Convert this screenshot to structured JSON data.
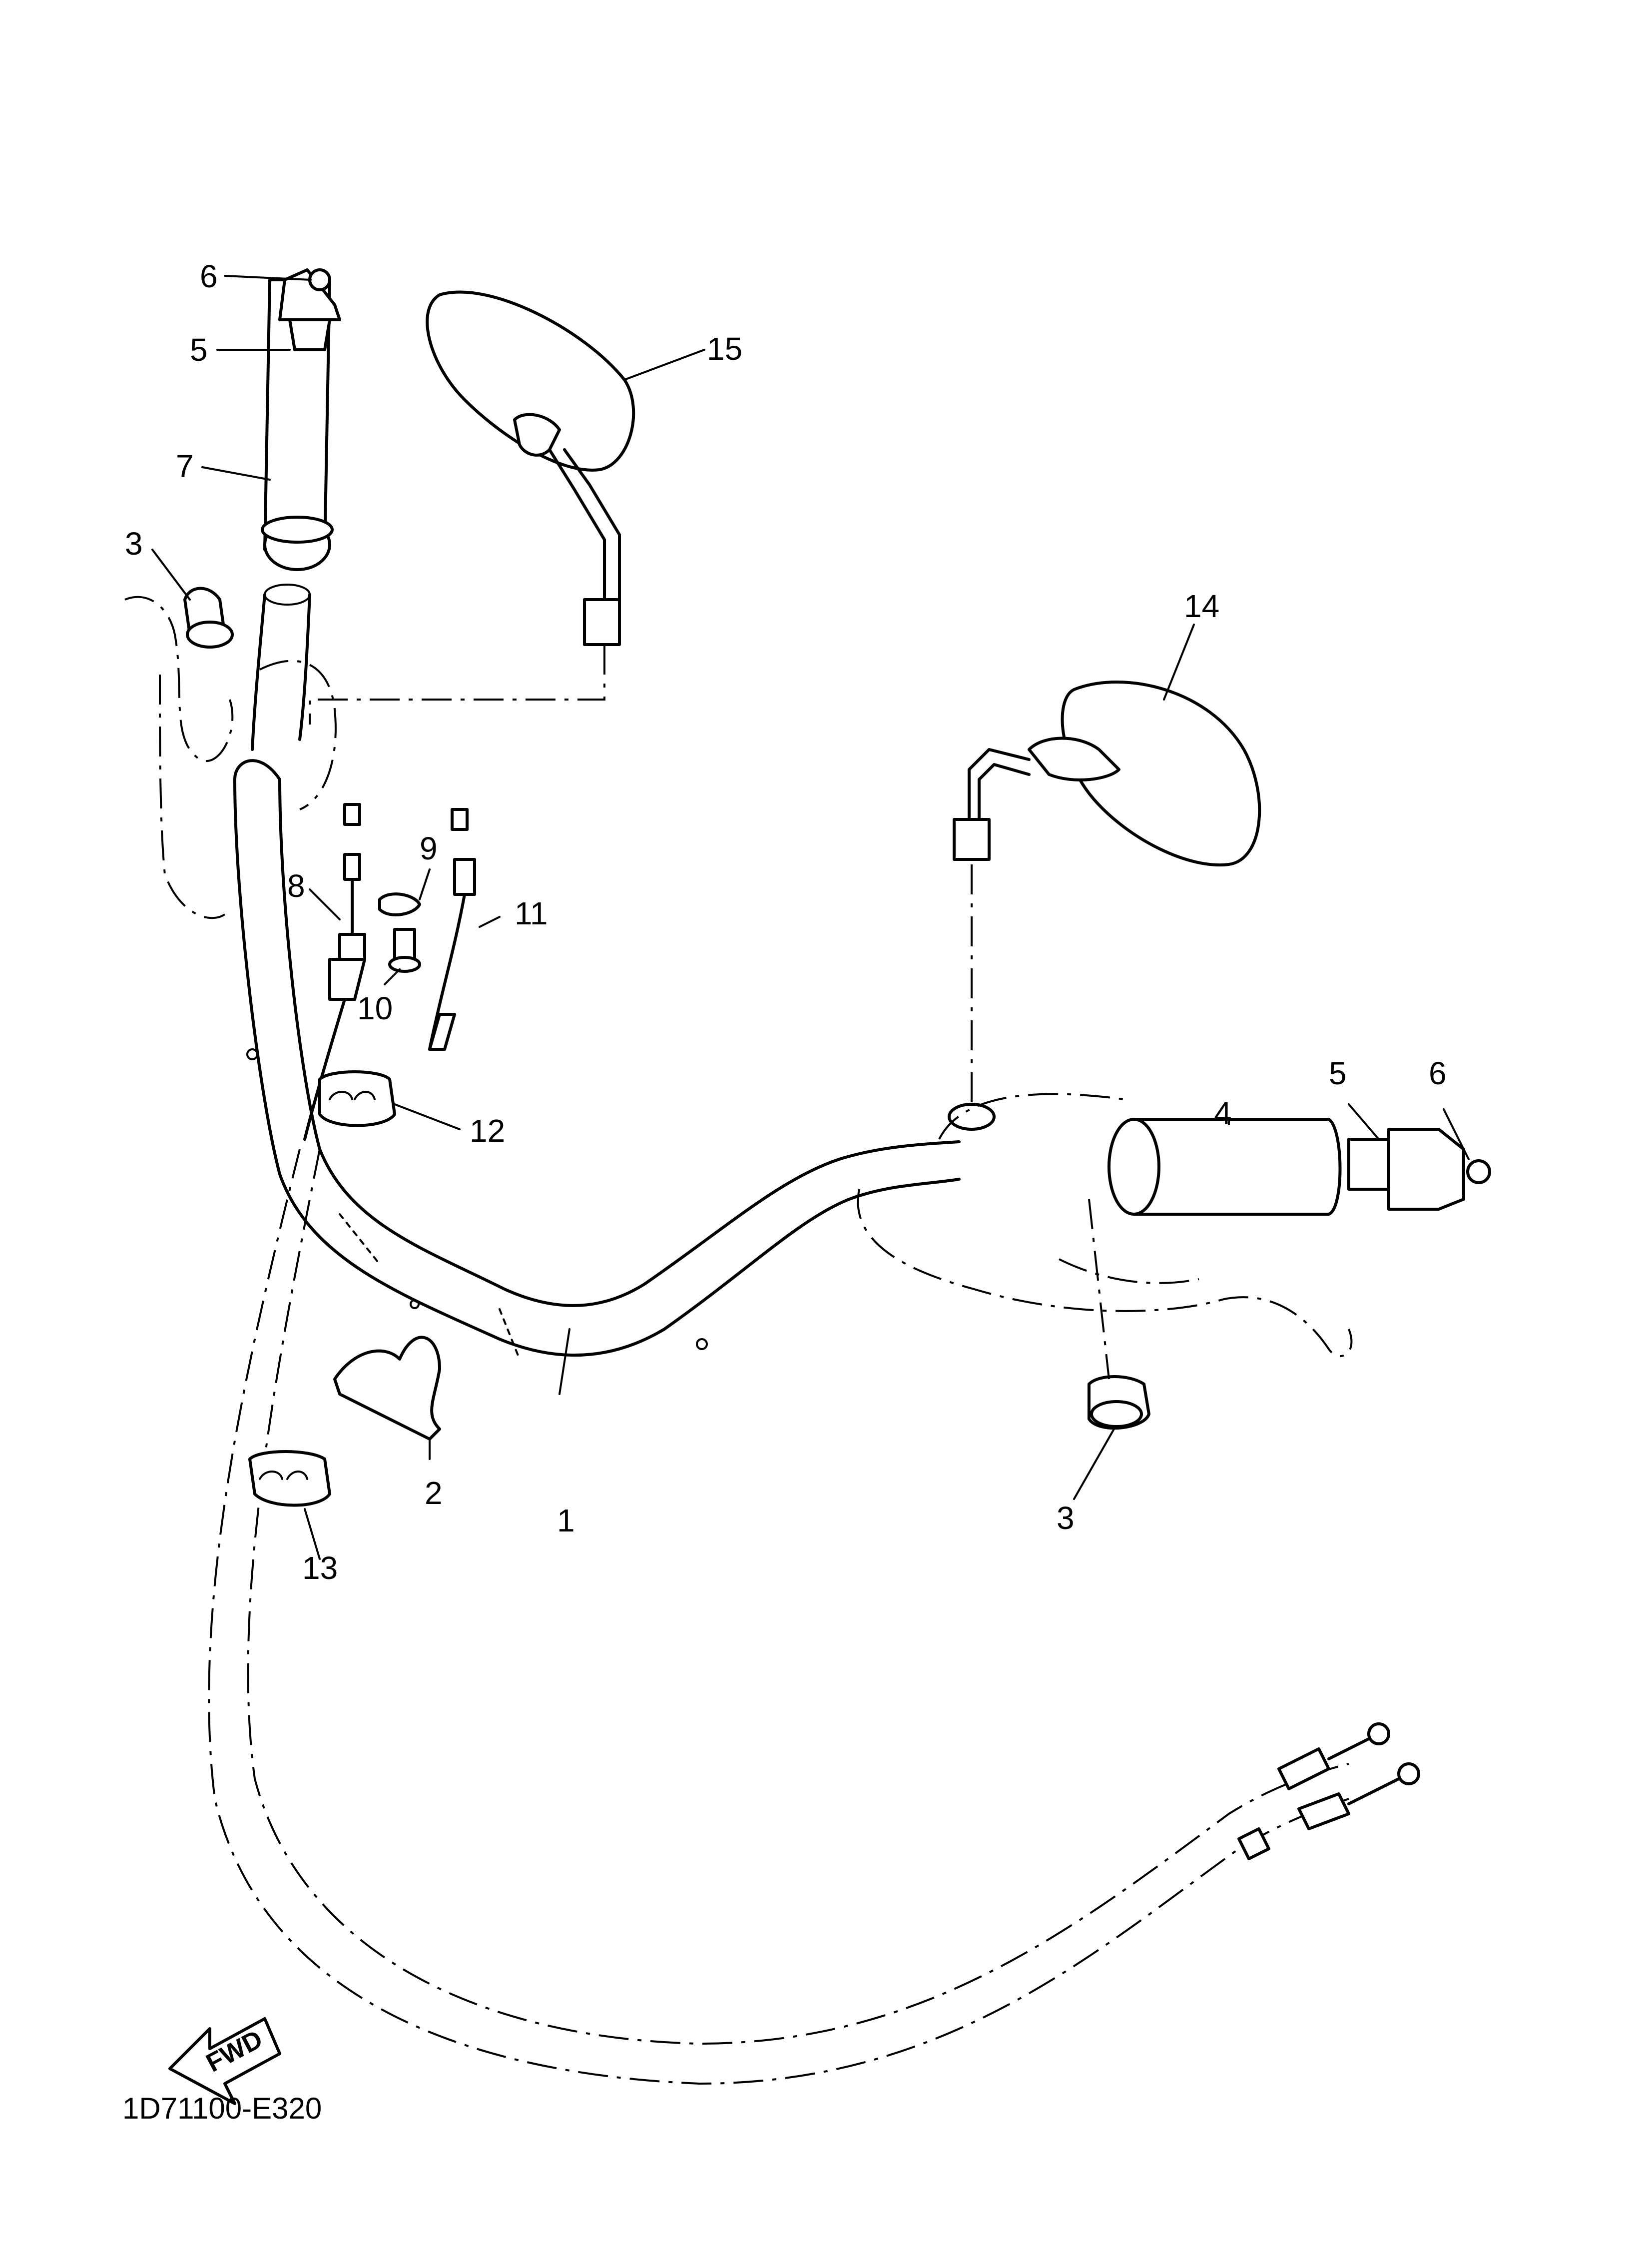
{
  "diagram_code": "1D71100-E320",
  "fwd_label": "FWD",
  "callouts": {
    "c1": "1",
    "c2": "2",
    "c3a": "3",
    "c3b": "3",
    "c4": "4",
    "c5a": "5",
    "c5b": "5",
    "c6a": "6",
    "c6b": "6",
    "c7": "7",
    "c8": "8",
    "c9": "9",
    "c10": "10",
    "c11": "11",
    "c12": "12",
    "c13": "13",
    "c14": "14",
    "c15": "15"
  }
}
